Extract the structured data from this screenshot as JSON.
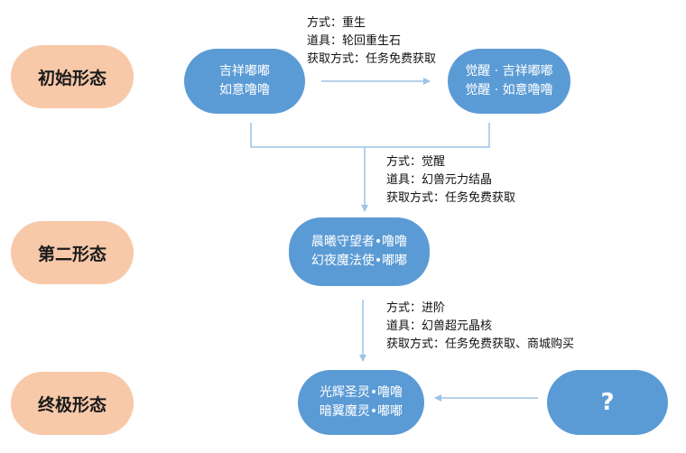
{
  "stages": [
    {
      "label": "初始形态"
    },
    {
      "label": "第二形态"
    },
    {
      "label": "终极形态"
    }
  ],
  "nodes": {
    "initial": [
      "吉祥嘟嘟",
      "如意噜噜"
    ],
    "awakened": [
      "觉醒 · 吉祥嘟嘟",
      "觉醒 · 如意噜噜"
    ],
    "second": [
      "晨曦守望者•噜噜",
      "幻夜魔法使•嘟嘟"
    ],
    "final": [
      "光辉圣灵•噜噜",
      "暗翼魔灵•嘟嘟"
    ],
    "unknown": "?"
  },
  "notes": {
    "rebirth": [
      "方式：重生",
      "道具：轮回重生石",
      "获取方式：任务免费获取"
    ],
    "awaken": [
      "方式：觉醒",
      "道具：幻兽元力结晶",
      "获取方式：任务免费获取"
    ],
    "advance": [
      "方式：进阶",
      "道具：幻兽超元晶核",
      "获取方式：任务免费获取、商城购买"
    ]
  },
  "colors": {
    "stage_fill": "#f7c9a9",
    "node_fill": "#5b9bd5",
    "connector": "#9dc3e6"
  }
}
